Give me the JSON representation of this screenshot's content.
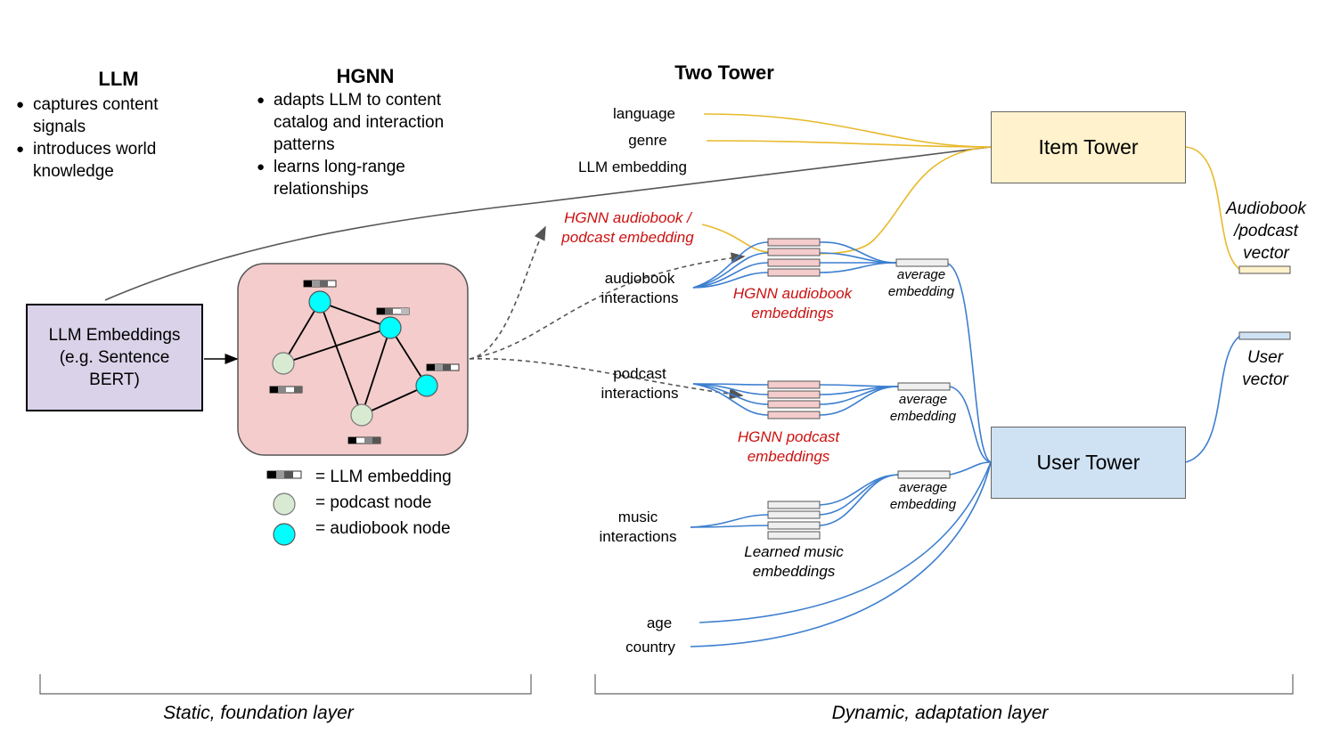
{
  "llm": {
    "title": "LLM",
    "bullets": [
      "captures content signals",
      "introduces world knowledge"
    ],
    "box_label": "LLM Embeddings (e.g. Sentence BERT)"
  },
  "hgnn": {
    "title": "HGNN",
    "bullets": [
      "adapts LLM to content catalog and interaction patterns",
      "learns long-range relationships"
    ]
  },
  "legend": {
    "llm_embedding": "= LLM embedding",
    "podcast_node": "= podcast node",
    "audiobook_node": "= audiobook node"
  },
  "two_tower": {
    "title": "Two Tower",
    "inputs": {
      "language": "language",
      "genre": "genre",
      "llm_embedding": "LLM embedding",
      "hgnn_item_embedding": "HGNN audiobook / podcast embedding",
      "audiobook_interactions": "audiobook interactions",
      "podcast_interactions": "podcast interactions",
      "music_interactions": "music interactions",
      "age": "age",
      "country": "country"
    },
    "embedding_labels": {
      "hgnn_audiobook": "HGNN audiobook embeddings",
      "hgnn_podcast": "HGNN podcast embeddings",
      "learned_music": "Learned music embeddings"
    },
    "average_embedding": "average embedding",
    "item_tower": "Item Tower",
    "user_tower": "User Tower",
    "item_vector": "Audiobook /podcast vector",
    "user_vector": "User vector"
  },
  "layers": {
    "static": "Static, foundation layer",
    "dynamic": "Dynamic, adaptation layer"
  },
  "colors": {
    "item_lines": "#e8b92a",
    "user_lines": "#3d7fd0",
    "llm_box": "#d9d2e9",
    "hgnn_box": "#f4cccc",
    "item_tower": "#fff2cc",
    "user_tower": "#cfe2f3",
    "audiobook_node": "#00ffff",
    "podcast_node": "#d9ead3",
    "hgnn_embedding_stack": "#f4cccc",
    "music_embedding_stack": "#efefef",
    "red_text": "#cc1111"
  }
}
